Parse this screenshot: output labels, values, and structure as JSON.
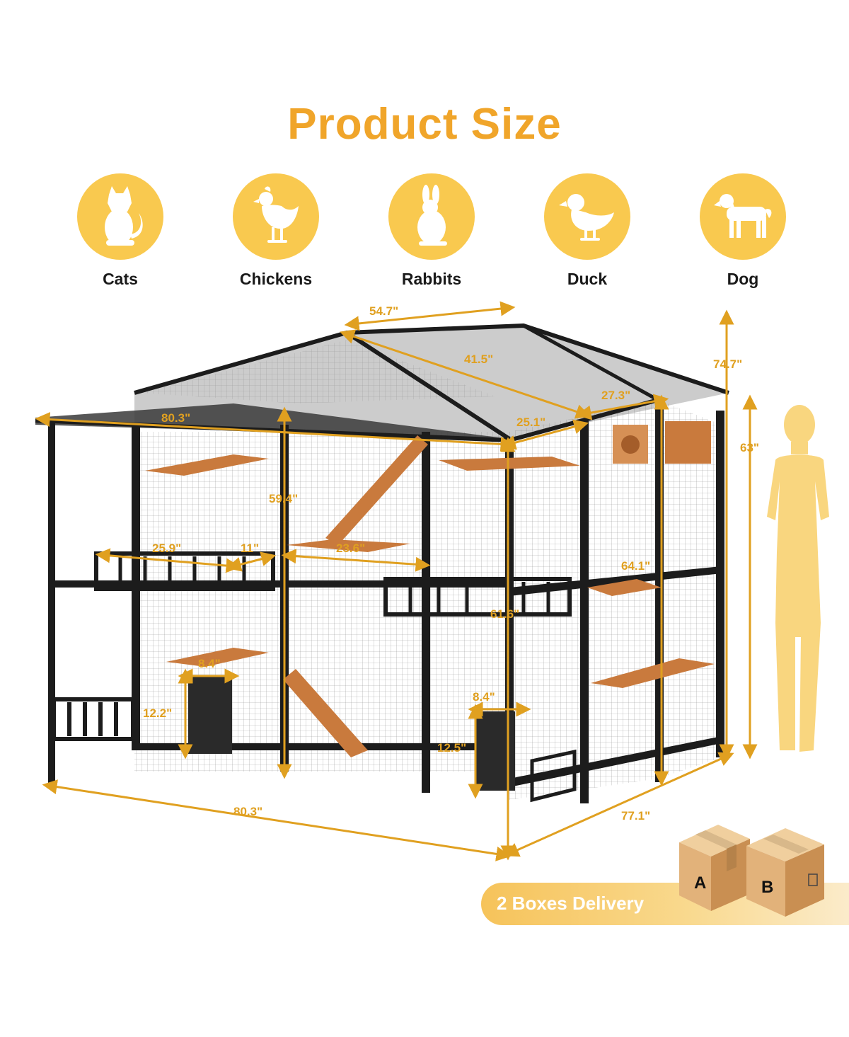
{
  "title": "Product Size",
  "animals": [
    {
      "label": "Cats",
      "icon": "cat-icon"
    },
    {
      "label": "Chickens",
      "icon": "chicken-icon"
    },
    {
      "label": "Rabbits",
      "icon": "rabbit-icon"
    },
    {
      "label": "Duck",
      "icon": "duck-icon"
    },
    {
      "label": "Dog",
      "icon": "dog-icon"
    }
  ],
  "dimensions": {
    "roof_depth": "54.7\"",
    "roof_slope": "41.5\"",
    "side_roof_width": "27.3\"",
    "total_height": "74.7\"",
    "front_roof_width": "80.3\"",
    "side_roof_depth": "25.1\"",
    "person_height": "63\"",
    "inner_height": "59.4\"",
    "platform_left_width": "25.9\"",
    "platform_left_depth": "11\"",
    "platform_center_width": "23.6\"",
    "side_height": "64.1\"",
    "door_right_height": "61.6\"",
    "small_door_left_width": "8.4\"",
    "small_door_left_height": "12.2\"",
    "small_door_right_width": "8.4\"",
    "small_door_right_height": "12.5\"",
    "base_width": "80.3\"",
    "base_depth": "77.1\""
  },
  "delivery": {
    "label": "2 Boxes Delivery",
    "box_a": "A",
    "box_b": "B"
  },
  "colors": {
    "accent": "#f0a52a",
    "icon_circle": "#f9c94f",
    "dimension": "#e0a020",
    "frame": "#1c1c1c",
    "wood": "#c97a3d"
  }
}
